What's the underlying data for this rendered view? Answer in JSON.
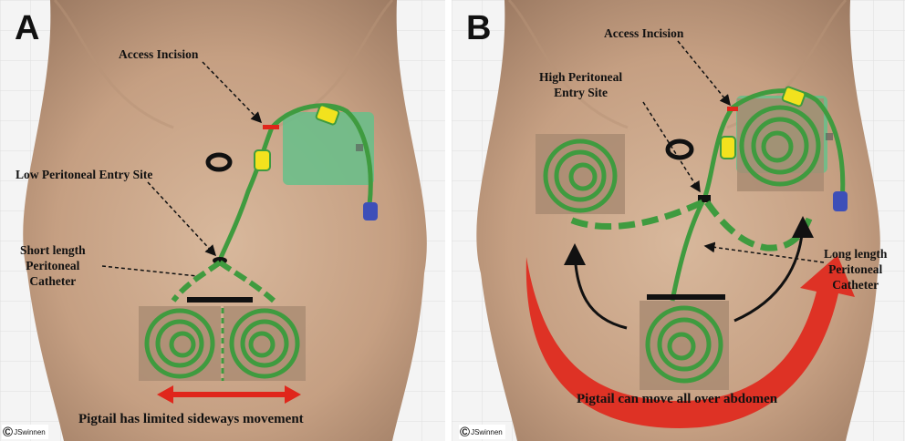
{
  "panel_a": {
    "letter": "A",
    "access_incision": "Access Incision",
    "entry_site": "Low Peritoneal Entry Site",
    "catheter_label": [
      "Short length",
      "Peritoneal",
      "Catheter"
    ],
    "caption": "Pigtail has limited sideways movement",
    "copyright": "JSwinnen"
  },
  "panel_b": {
    "letter": "B",
    "access_incision": "Access Incision",
    "entry_site": [
      "High Peritoneal",
      "Entry Site"
    ],
    "catheter_label": [
      "Long length",
      "Peritoneal",
      "Catheter"
    ],
    "caption": "Pigtail can move all over abdomen",
    "copyright": "JSwinnen"
  },
  "colors": {
    "skin": "#c9a68a",
    "catheter": "#3f9b3f",
    "mesh": "#66c08a",
    "cuff_yellow": "#f2e21e",
    "cuff_blue": "#3d4fb8",
    "incision_red": "#e0261b",
    "movement_arrow": "#e0261b"
  }
}
